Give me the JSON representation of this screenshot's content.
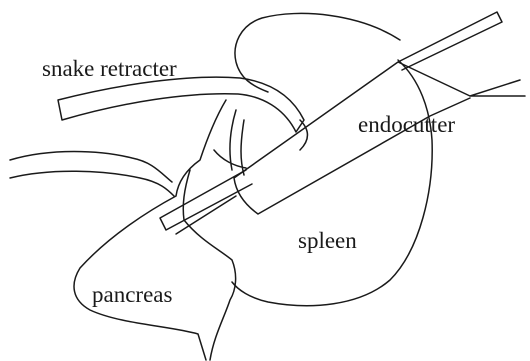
{
  "labels": {
    "snake_retracter": "snake retracter",
    "endocutter": "endocutter",
    "spleen": "spleen",
    "pancreas": "pancreas"
  },
  "colors": {
    "ink": "#1a1a1a",
    "background": "#ffffff"
  }
}
